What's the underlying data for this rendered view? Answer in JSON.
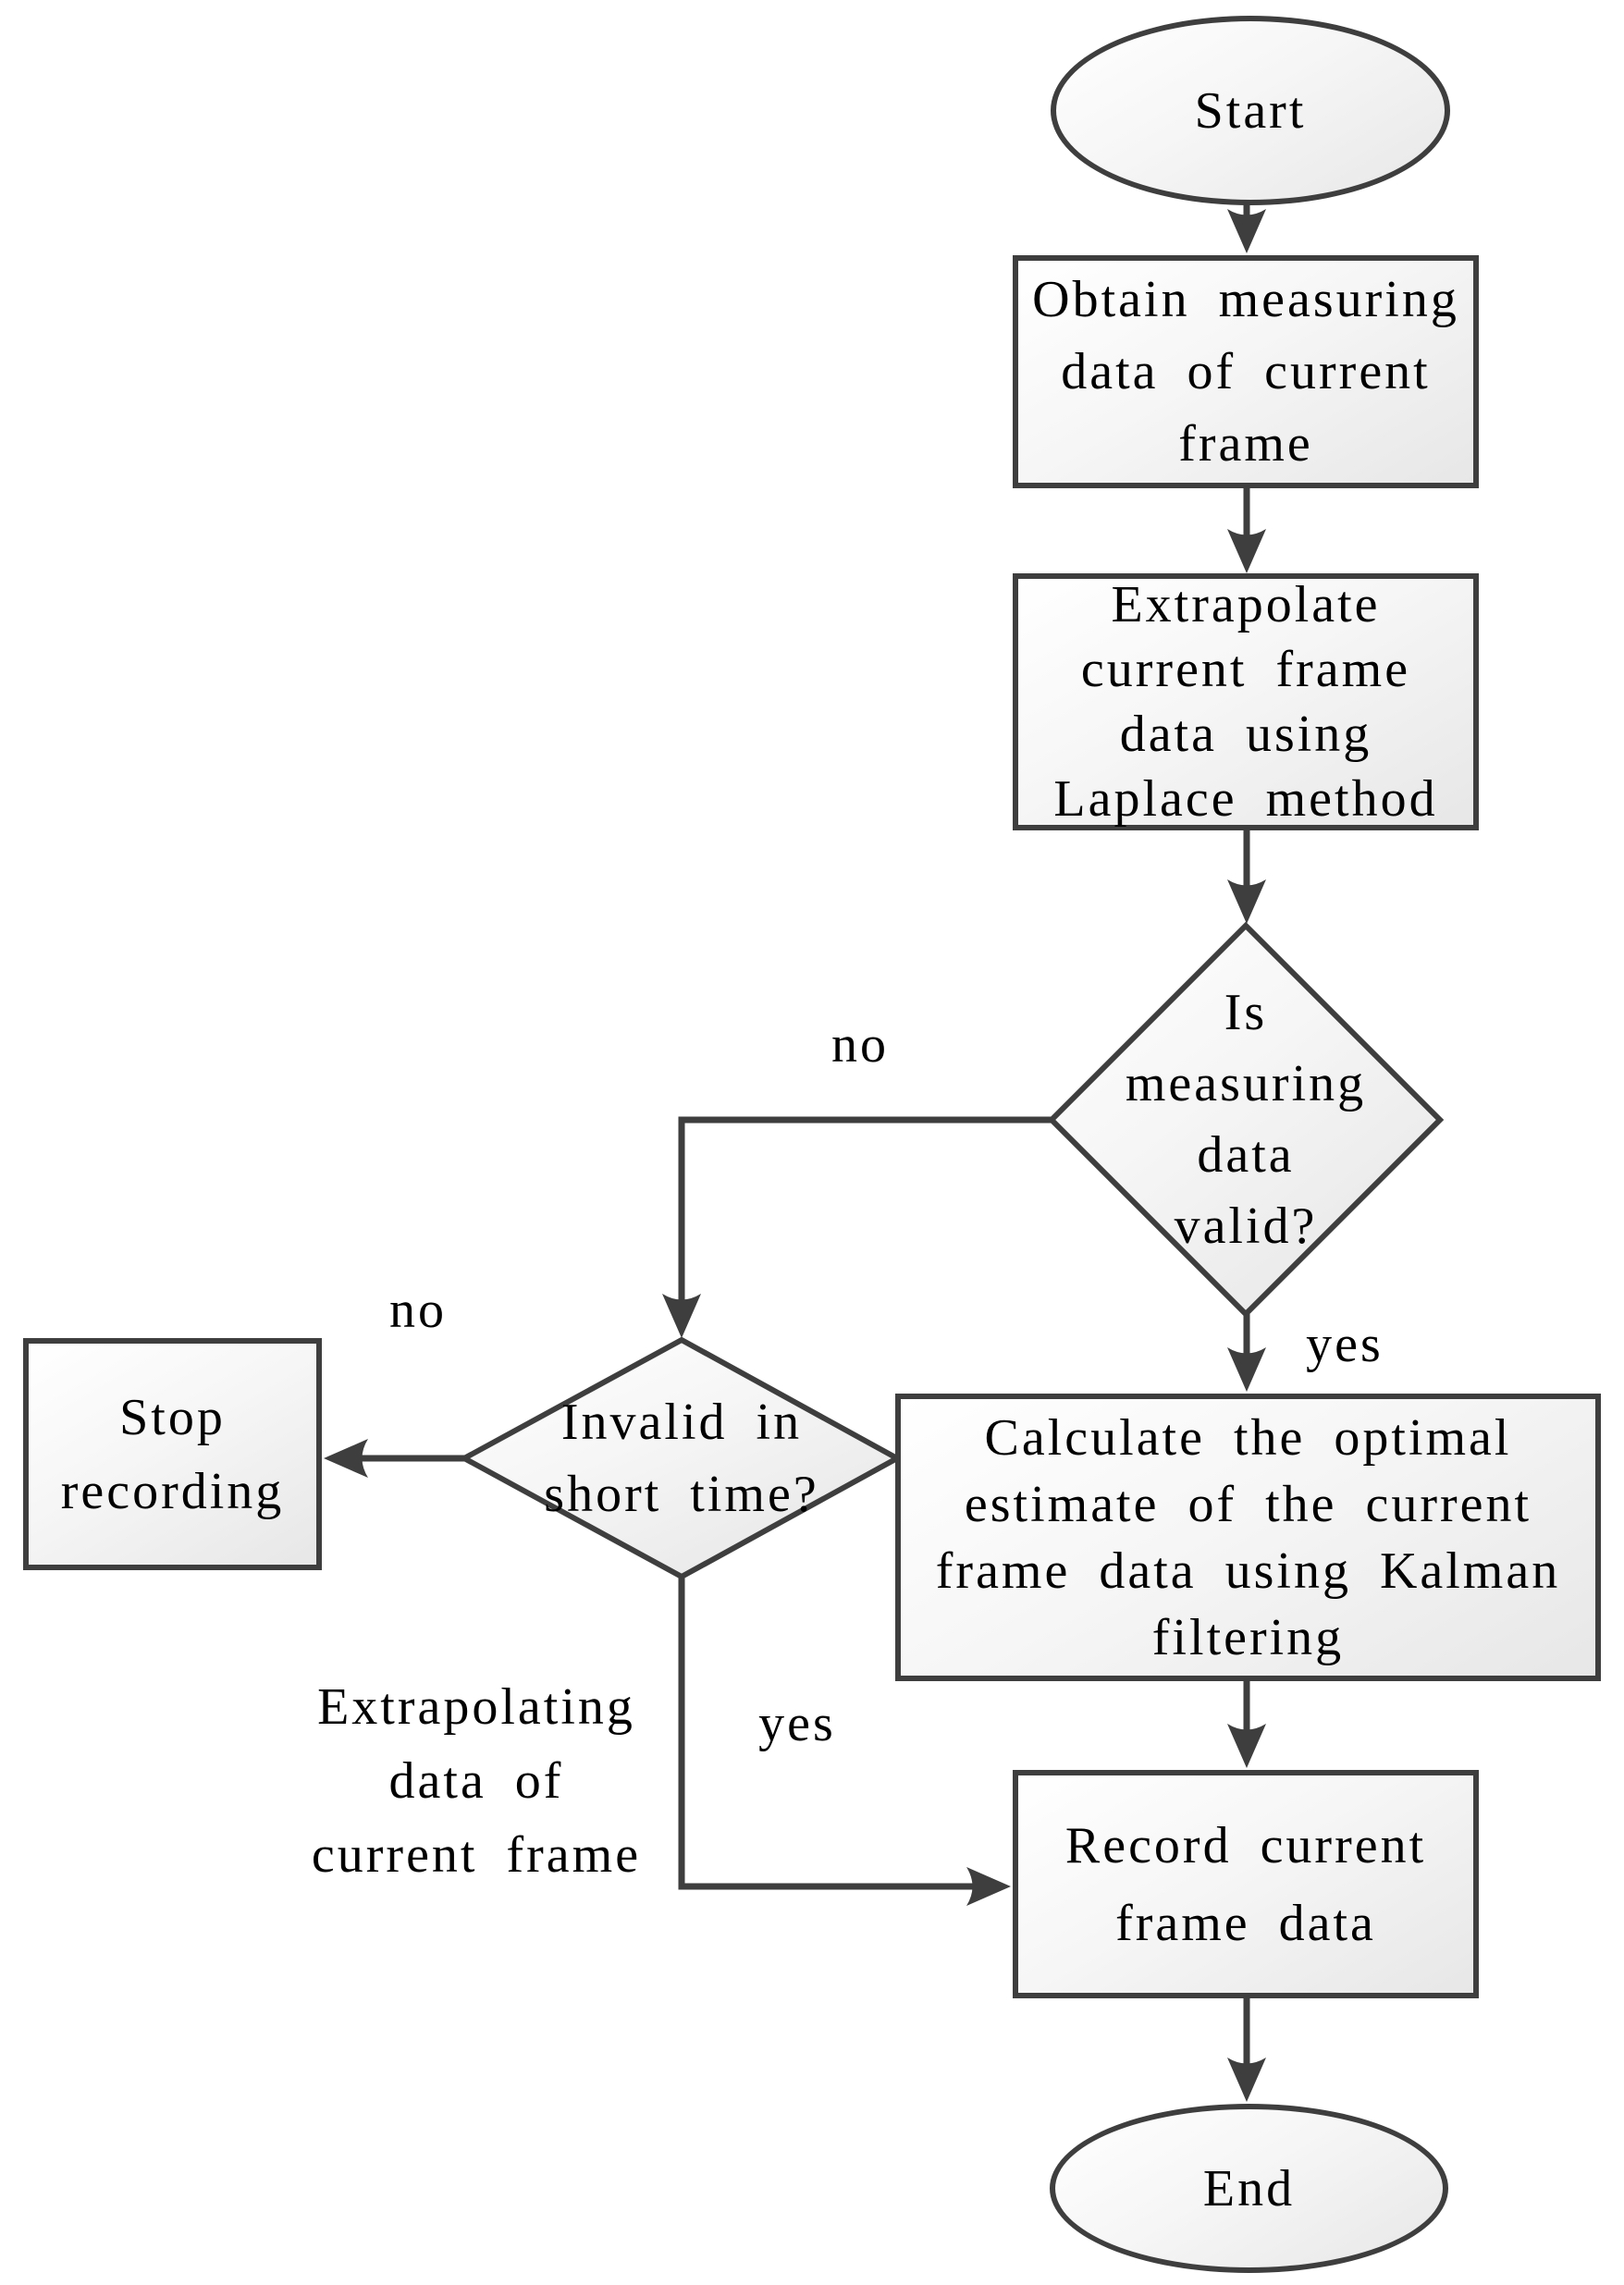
{
  "colors": {
    "stroke": "#3e3e3e",
    "text": "#000000",
    "fill_top": "#ffffff",
    "fill_bottom": "#e7e7e7"
  },
  "nodes": {
    "start": {
      "type": "terminator",
      "label": "Start"
    },
    "obtain_data": {
      "type": "process",
      "lines": [
        "Obtain measuring",
        "data of current",
        "frame"
      ]
    },
    "extrapolate": {
      "type": "process",
      "lines": [
        "Extrapolate",
        "current frame",
        "data using",
        "Laplace method"
      ]
    },
    "is_valid": {
      "type": "decision",
      "lines": [
        "Is",
        "measuring",
        "data",
        "valid?"
      ]
    },
    "kalman": {
      "type": "process",
      "lines": [
        "Calculate the optimal",
        "estimate of the current",
        "frame data using Kalman",
        "filtering"
      ]
    },
    "invalid_short": {
      "type": "decision",
      "lines": [
        "Invalid in",
        "short time?"
      ]
    },
    "stop_recording": {
      "type": "process",
      "lines": [
        "Stop",
        "recording"
      ]
    },
    "record": {
      "type": "process",
      "lines": [
        "Record current",
        "frame data"
      ]
    },
    "end": {
      "type": "terminator",
      "label": "End"
    }
  },
  "edges": {
    "valid_no": "no",
    "valid_yes": "yes",
    "invalid_no": "no",
    "invalid_yes": "yes"
  },
  "note": {
    "lines": [
      "Extrapolating",
      "data of",
      "current frame"
    ]
  }
}
